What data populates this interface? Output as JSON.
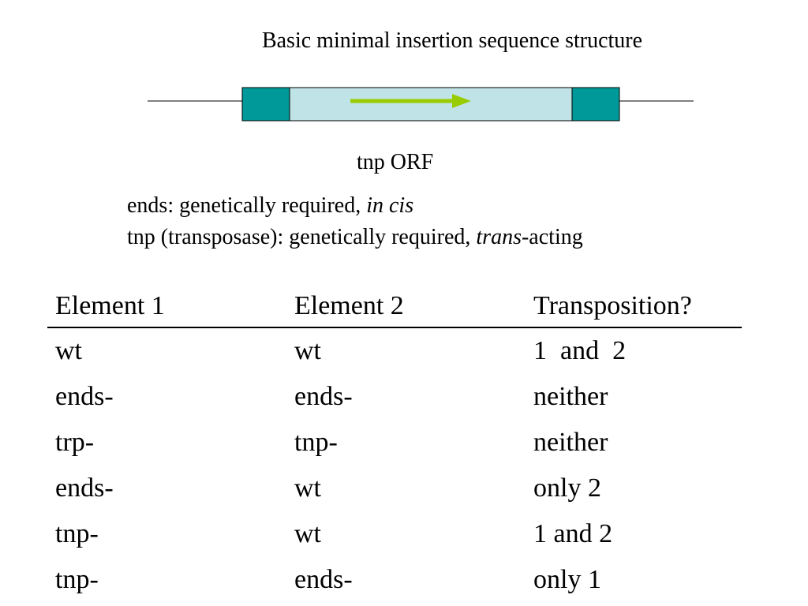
{
  "title": "Basic minimal insertion sequence structure",
  "diagram": {
    "orf_label": "tnp ORF",
    "colors": {
      "end_block": "#009999",
      "orf_body": "#bfe3e6",
      "arrow": "#99cc00",
      "flank_line": "#000000"
    }
  },
  "notes": {
    "line1_text": "ends: genetically required, ",
    "line1_italic": "in cis",
    "line2_text": "tnp (transposase): genetically required, ",
    "line2_italic": "trans",
    "line2_suffix": "-acting"
  },
  "table": {
    "headers": [
      "Element 1",
      "Element 2",
      "Transposition?"
    ],
    "rows": [
      [
        "wt",
        "wt",
        "1  and  2"
      ],
      [
        "ends-",
        "ends-",
        "neither"
      ],
      [
        "trp-",
        "tnp-",
        "neither"
      ],
      [
        "ends-",
        "wt",
        "only 2"
      ],
      [
        "tnp-",
        "wt",
        "1 and 2"
      ],
      [
        "tnp-",
        "ends-",
        "only 1"
      ]
    ]
  }
}
